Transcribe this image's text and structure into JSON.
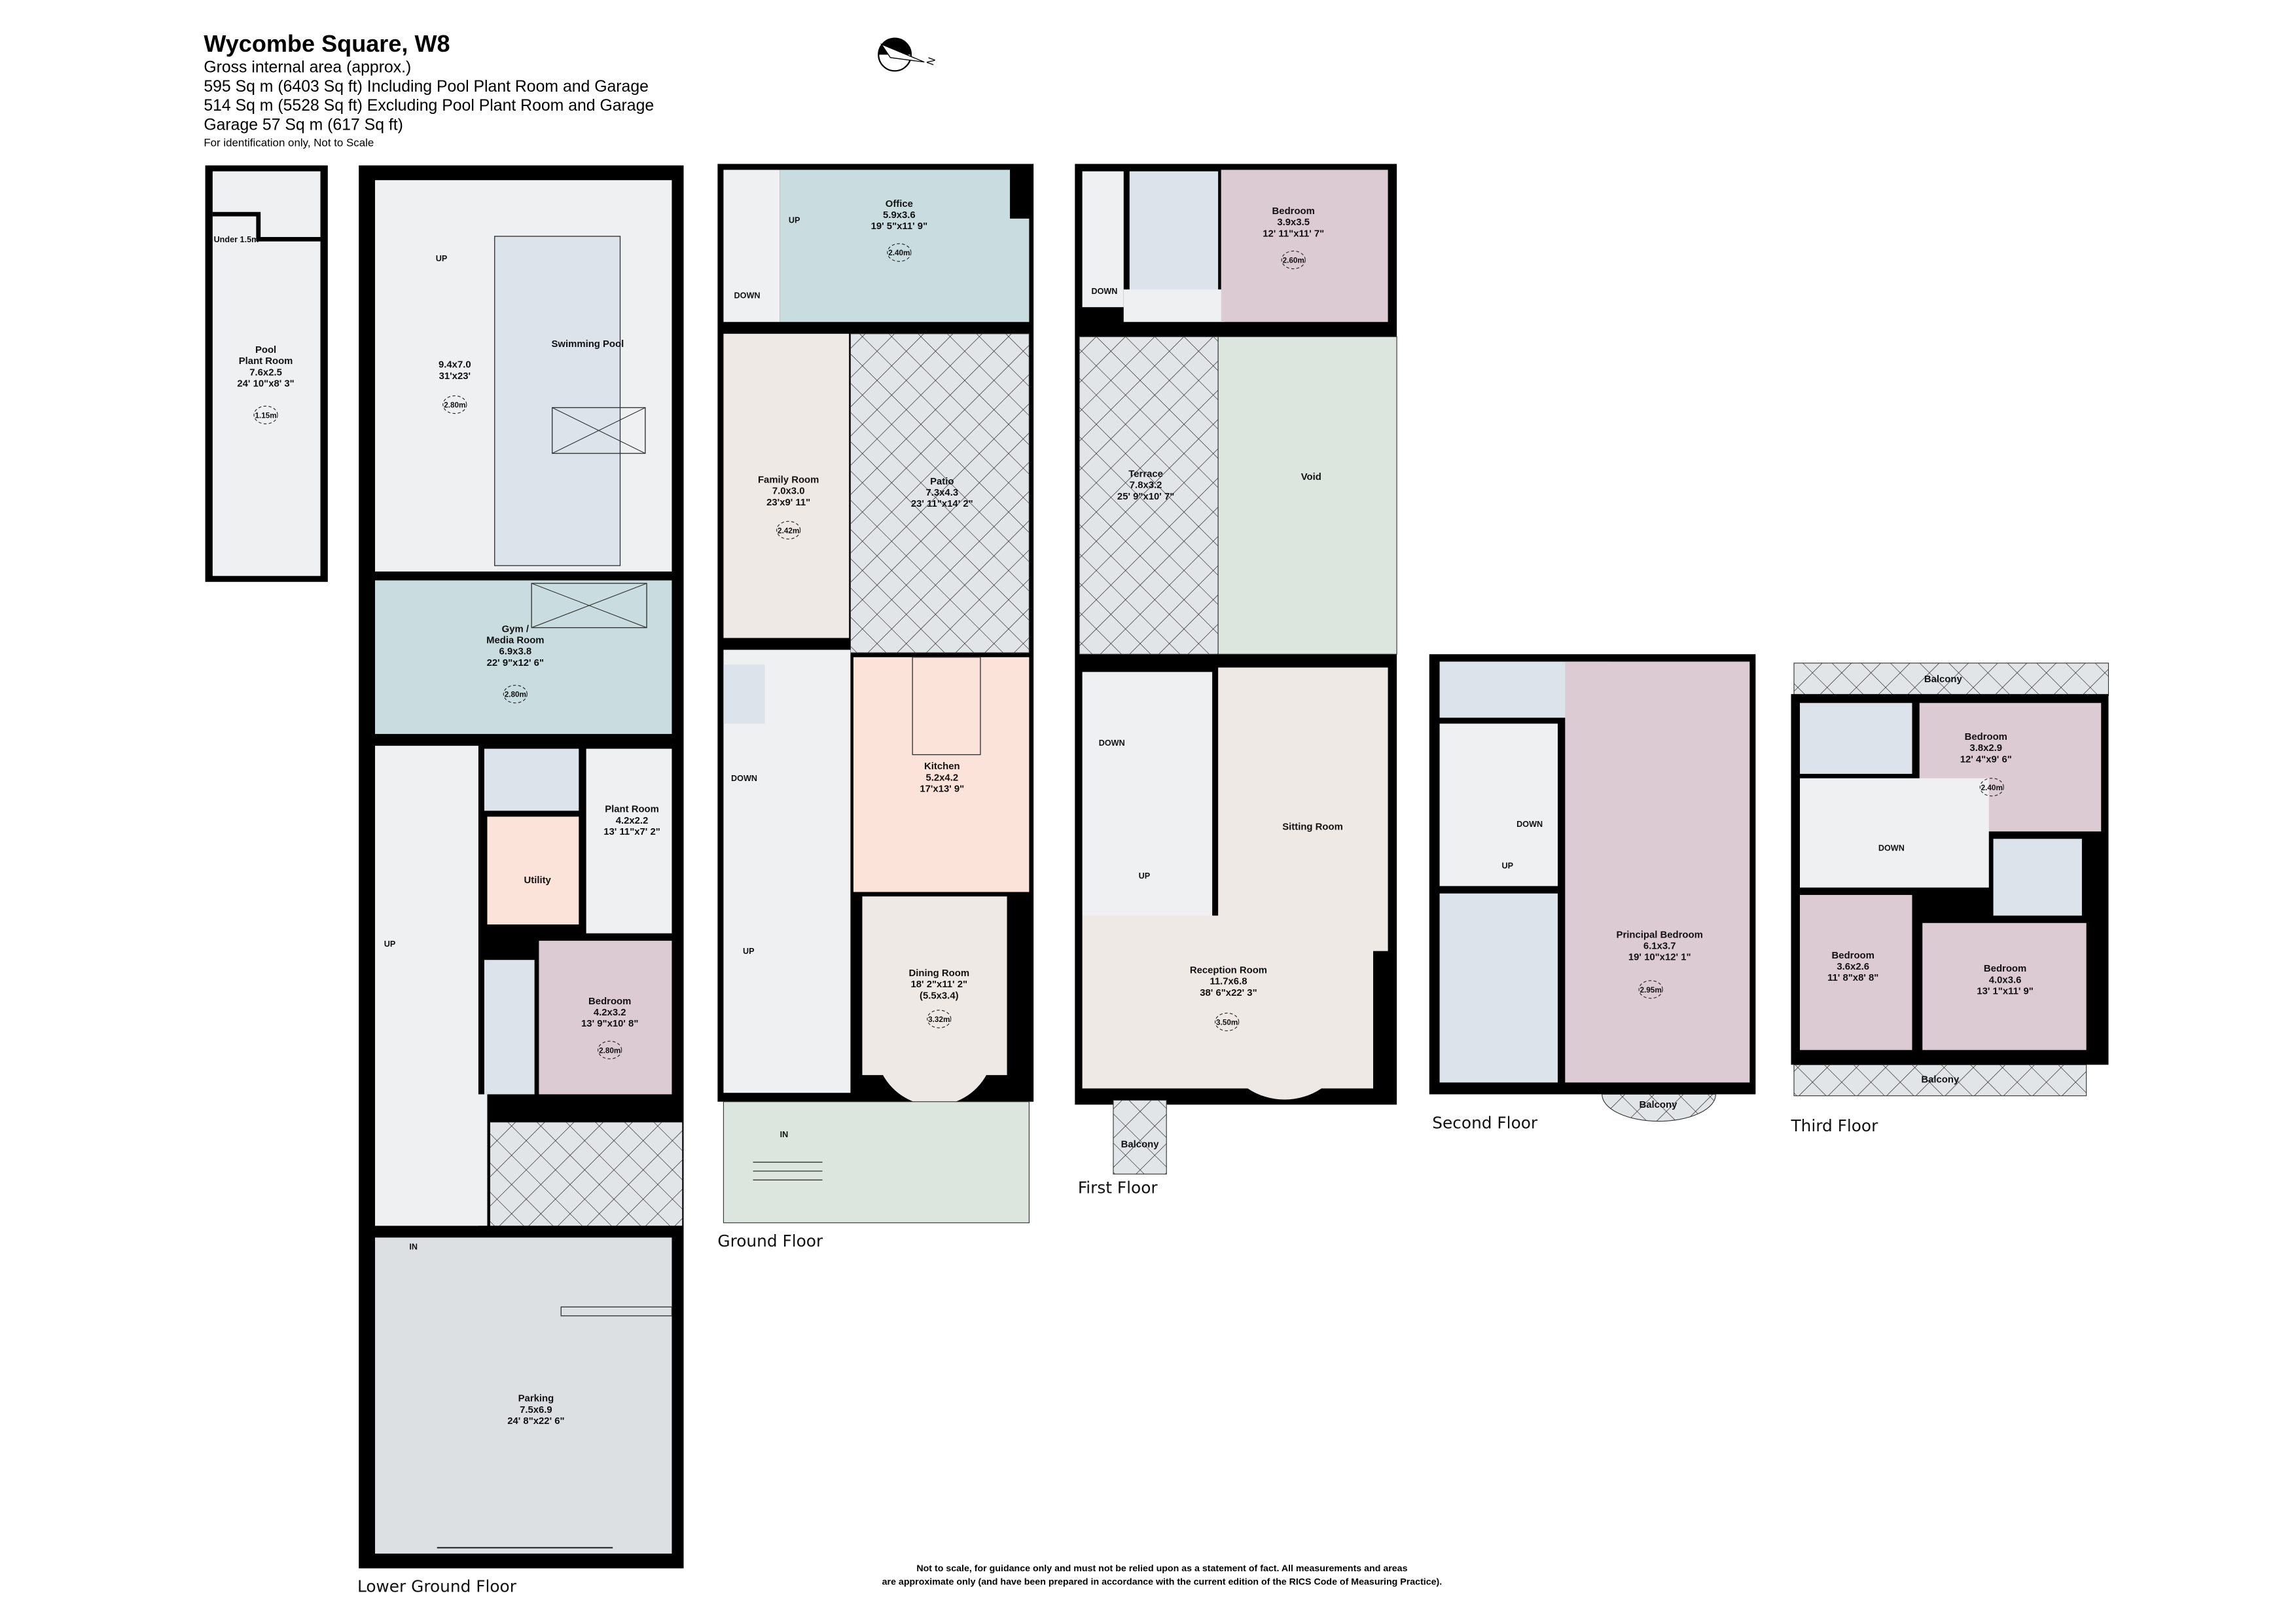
{
  "header": {
    "title": "Wycombe Square, W8",
    "subtitle": "Gross internal area (approx.)",
    "area_lines": [
      "595 Sq m (6403 Sq ft) Including Pool Plant Room and Garage",
      "514 Sq m (5528 Sq ft) Excluding Pool Plant Room and Garage",
      "Garage 57 Sq m (617 Sq ft)"
    ],
    "note": "For identification only, Not to Scale"
  },
  "compass": {
    "icon": "north-arrow-icon",
    "letter": "N"
  },
  "colors": {
    "wall": "#000000",
    "circulation": "#eef0f2",
    "wet_room": "#dde3ea",
    "bedroom": "#dccbd3",
    "living": "#efe9e6",
    "kitchen_utility": "#fbe3da",
    "office_gym": "#c9dcdf",
    "outdoor": "#dde6de",
    "tiled": "#e2e5e8"
  },
  "floors": [
    {
      "label": "Lower Ground Floor",
      "rooms": [
        {
          "lines": [
            "Pool",
            "Plant Room",
            "7.6x2.5",
            "24' 10\"x8' 3\""
          ],
          "ceiling_height": "1.15m"
        },
        {
          "lines": [
            "9.4x7.0",
            "31'x23'"
          ],
          "ceiling_height": "2.80m"
        },
        {
          "lines": [
            "Swimming Pool"
          ]
        },
        {
          "lines": [
            "Gym /",
            "Media Room",
            "6.9x3.8",
            "22' 9\"x12' 6\""
          ],
          "ceiling_height": "2.80m"
        },
        {
          "lines": [
            "Plant Room",
            "4.2x2.2",
            "13' 11\"x7' 2\""
          ]
        },
        {
          "lines": [
            "Utility"
          ]
        },
        {
          "lines": [
            "Bedroom",
            "4.2x3.2",
            "13' 9\"x10' 8\""
          ],
          "ceiling_height": "2.80m"
        },
        {
          "lines": [
            "Parking",
            "7.5x6.9",
            "24' 8\"x22' 6\""
          ]
        }
      ],
      "annotations": [
        "Under 1.5m",
        "UP",
        "UP",
        "IN"
      ]
    },
    {
      "label": "Ground Floor",
      "rooms": [
        {
          "lines": [
            "Office",
            "5.9x3.6",
            "19' 5\"x11' 9\""
          ],
          "ceiling_height": "2.40m"
        },
        {
          "lines": [
            "Family Room",
            "7.0x3.0",
            "23'x9' 11\""
          ],
          "ceiling_height": "2.42m"
        },
        {
          "lines": [
            "Patio",
            "7.3x4.3",
            "23' 11\"x14' 2\""
          ]
        },
        {
          "lines": [
            "Kitchen",
            "5.2x4.2",
            "17'x13' 9\""
          ]
        },
        {
          "lines": [
            "Dining Room",
            "18' 2\"x11' 2\"",
            "(5.5x3.4)"
          ],
          "ceiling_height": "3.32m"
        }
      ],
      "annotations": [
        "UP",
        "DOWN",
        "DOWN",
        "UP",
        "IN"
      ]
    },
    {
      "label": "First Floor",
      "rooms": [
        {
          "lines": [
            "Bedroom",
            "3.9x3.5",
            "12' 11\"x11' 7\""
          ],
          "ceiling_height": "2.60m"
        },
        {
          "lines": [
            "Terrace",
            "7.8x3.2",
            "25' 9\"x10' 7\""
          ]
        },
        {
          "lines": [
            "Void"
          ]
        },
        {
          "lines": [
            "Sitting Room"
          ]
        },
        {
          "lines": [
            "Reception Room",
            "11.7x6.8",
            "38' 6\"x22' 3\""
          ],
          "ceiling_height": "3.50m"
        },
        {
          "lines": [
            "Balcony"
          ]
        }
      ],
      "annotations": [
        "DOWN",
        "DOWN",
        "UP"
      ]
    },
    {
      "label": "Second Floor",
      "rooms": [
        {
          "lines": [
            "Principal Bedroom",
            "6.1x3.7",
            "19' 10\"x12' 1\""
          ],
          "ceiling_height": "2.95m"
        },
        {
          "lines": [
            "Balcony"
          ]
        }
      ],
      "annotations": [
        "DOWN",
        "UP"
      ]
    },
    {
      "label": "Third Floor",
      "rooms": [
        {
          "lines": [
            "Bedroom",
            "3.8x2.9",
            "12' 4\"x9' 6\""
          ],
          "ceiling_height": "2.40m"
        },
        {
          "lines": [
            "Bedroom",
            "3.6x2.6",
            "11' 8\"x8' 8\""
          ]
        },
        {
          "lines": [
            "Bedroom",
            "4.0x3.6",
            "13' 1\"x11' 9\""
          ]
        },
        {
          "lines": [
            "Balcony"
          ]
        },
        {
          "lines": [
            "Balcony"
          ]
        }
      ],
      "annotations": [
        "DOWN"
      ]
    }
  ],
  "disclaimer": [
    "Not to scale, for guidance only and must not be relied upon as a statement of fact.  All measurements and areas",
    "are approximate only (and have been prepared in accordance with the current edition of the RICS Code of Measuring Practice)."
  ]
}
